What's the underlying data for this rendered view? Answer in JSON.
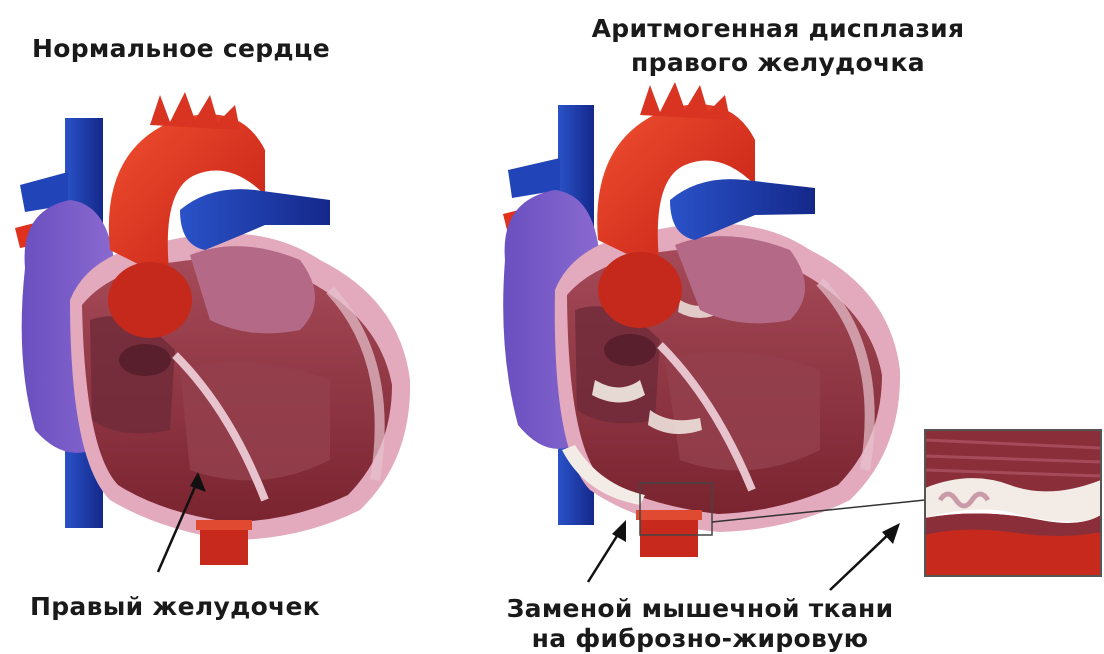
{
  "titles": {
    "normal_heart": "Нормальное сердце",
    "arvd_line1": "Аритмогенная дисплазия",
    "arvd_line2": "правого желудочка"
  },
  "labels": {
    "right_ventricle": "Правый желудочек",
    "replacement_line1": "Заменой мышечной ткани",
    "replacement_line2": "на фиброзно-жировую"
  },
  "colors": {
    "aorta_red": "#e0301e",
    "vein_blue": "#1f3fb0",
    "myocardium": "#8a2f3a",
    "pericardium_pink": "#e8b6c6",
    "fibro_fat": "#f3ece6"
  }
}
